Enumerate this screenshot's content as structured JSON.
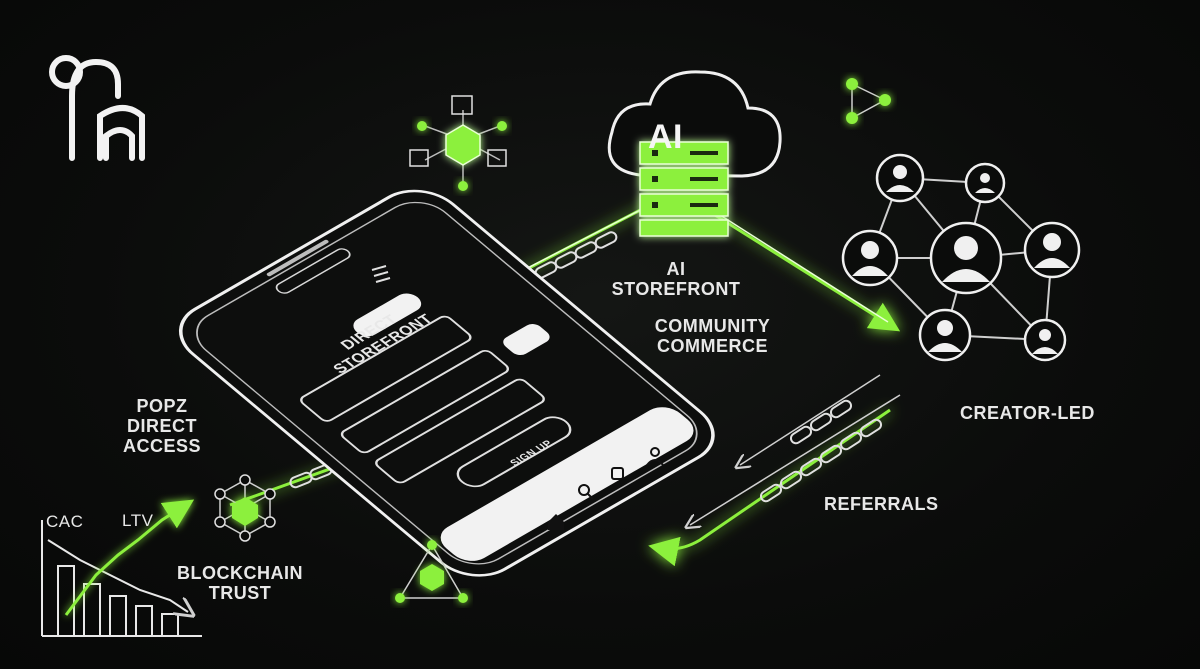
{
  "logo": {
    "name": "brand-logo"
  },
  "labels": {
    "ai_cloud": "AI",
    "ai_storefront": "AI STOREFRONT",
    "ai_storefront_line1": "AI",
    "ai_storefront_line2": "STOREFRONT",
    "community_line1": "COMMUNITY",
    "community_line2": "COMMERCE",
    "creator_led": "CREATOR-LED",
    "referrals": "REFERRALS",
    "popz_line1": "POPZ",
    "popz_line2": "DIRECT",
    "popz_line3": "ACCESS",
    "blockchain_line1": "BLOCKCHAIN",
    "blockchain_line2": "TRUST",
    "cac": "CAC",
    "ltv": "LTV"
  },
  "phone": {
    "screen_title_line1": "DIRECT",
    "screen_title_line2": "STOREFRONT",
    "signup_label": "SIGN UP"
  },
  "colors": {
    "background": "#0b0c0b",
    "accent": "#8cf03c",
    "line": "#e8e8e8"
  },
  "icons": [
    "brand-logo",
    "ai-cloud-icon",
    "server-stack-icon",
    "blockchain-cube-icon",
    "triangle-network-icon",
    "community-network-icon",
    "chain-link-icon",
    "home-icon",
    "search-icon",
    "cart-icon",
    "profile-icon",
    "menu-icon",
    "bag-icon"
  ]
}
